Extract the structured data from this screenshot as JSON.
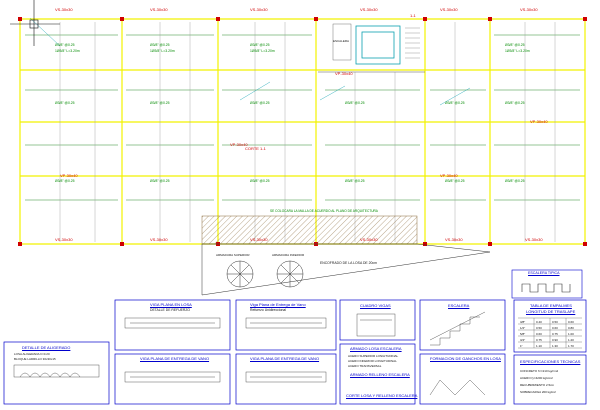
{
  "app": {
    "title": "Plano de losa aligerada",
    "accent_colors": {
      "beam": "#ffff00",
      "rebar": "#008a00",
      "dimension": "#d00000",
      "frame": "#0000cc",
      "hatch": "#8a6a3a"
    }
  },
  "plan": {
    "top_beams": [
      "VS-30x30",
      "VS-30x30",
      "VS-30x30",
      "VS-30x30",
      "VS-30x30",
      "VS-30x30"
    ],
    "bottom_beams": [
      "VS-30x30",
      "VS-30x30",
      "VS-30x30",
      "VS-30x30",
      "VS-30x30",
      "VS-30x30"
    ],
    "mid_beams": [
      "VP-30x40",
      "VP-30x40",
      "VP-30x40",
      "VP-30x40",
      "VP-30x40"
    ],
    "slab_note": "VS-30x30",
    "rebar_label_1": "Ø3/8\" @0.25",
    "rebar_label_2": "1Ø3/8\" L=3.20m",
    "stair_label": "ESCALERA",
    "section_ref": "CORTE 1-1",
    "cut_axis_label": "1-1",
    "hatch_note": "SE COLOCARA LA MALLA DE ACUERDO AL PLANO DE ARQUITECTURA",
    "slab_caption": "ENCOFRADO DE LA LOSA DE 20cm",
    "left_circle_label": "ARMADURA SUPERIOR",
    "right_circle_label": "ARMADURA INFERIOR"
  },
  "details": {
    "escalera_tipica": "ESCALERA TIPICA",
    "table_title_1": "TABLA DE EMPALMES",
    "table_title_2": "LONGITUD DE TRASLAPE",
    "table_rows": [
      [
        "3/8\"",
        "0.40",
        "0.50",
        "0.60"
      ],
      [
        "1/2\"",
        "0.50",
        "0.60",
        "0.80"
      ],
      [
        "5/8\"",
        "0.60",
        "0.75",
        "1.00"
      ],
      [
        "3/4\"",
        "0.75",
        "0.90",
        "1.20"
      ],
      [
        "1\"",
        "1.10",
        "1.30",
        "1.70"
      ]
    ],
    "specs_title": "ESPECIFICACIONES TECNICAS",
    "spec_lines": [
      "CONCRETO f'c=210 kg/cm2",
      "ACERO fy=4200 kg/cm2",
      "RECUBRIMIENTO 2.5cm",
      "SOBRECARGA 200 kg/m2"
    ],
    "box1_title": "VIGA PLANA EN LOSA",
    "box1_sub": "DETALLE DE REFUERZO",
    "box2_title": "Viga Plana de Entrega de Vano",
    "box2_sub": "Refuerzo Unidireccional",
    "box3_title": "CUADRO VIGAS",
    "box4_title": "ESCALERA",
    "box5_title": "VIGA PLANA DE ENTREGA DE VANO",
    "box6_title": "VIGA PLANA DE ENTREGA DE VANO",
    "box7_title": "ARMADO LOSA ESCALERA",
    "box7_lines": [
      "ACERO SUPERIOR LONGITUDINAL",
      "ACERO INFERIOR LONGITUDINAL",
      "ACERO TRANSVERSAL"
    ],
    "box7_title2": "ARMADO RELLENO ESCALERA",
    "box7_title3": "CORTE LOSA Y RELLENO ESCALERA",
    "box8_title": "FORMACION DE GANCHOS EN LOSA",
    "left_detail_title": "DETALLE DE ALIGERADO",
    "left_detail_lines": [
      "LOSA ALIGERADA h=0.20",
      "BLOQUE LADRILLO 30x30x15"
    ]
  }
}
